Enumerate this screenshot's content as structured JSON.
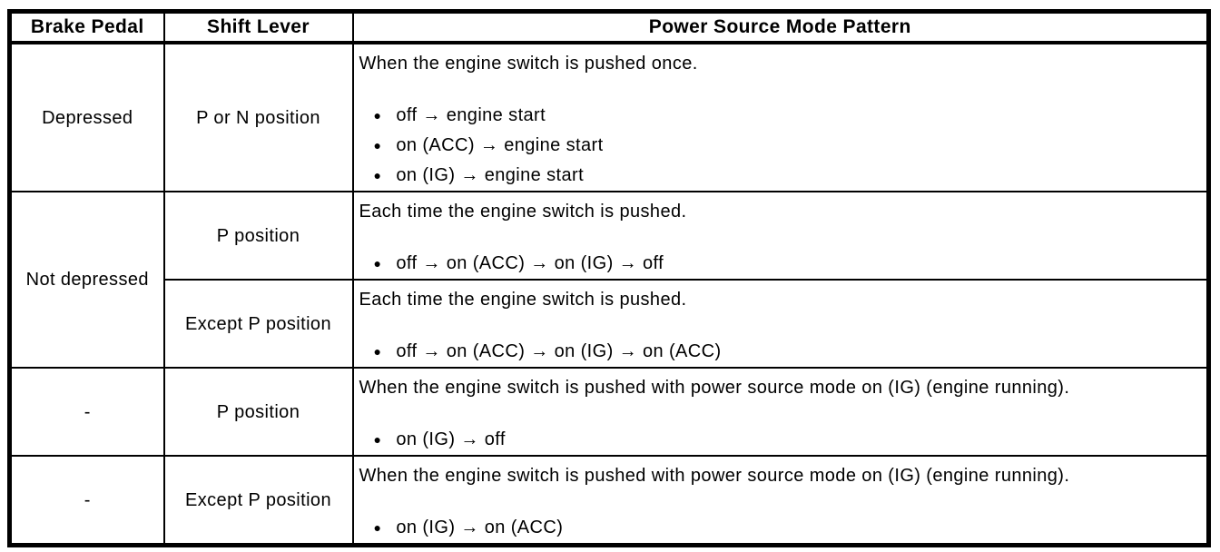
{
  "colors": {
    "background": "#ffffff",
    "border": "#000000",
    "text": "#000000"
  },
  "table": {
    "bullet_icon": "●",
    "headers": [
      "Brake Pedal",
      "Shift Lever",
      "Power Source Mode Pattern"
    ],
    "rows": [
      {
        "brake_pedal": "Depressed",
        "shift_lever": "P or N position",
        "pattern_intro": "When the engine switch is pushed once.",
        "pattern_steps": [
          "off → engine start",
          "on (ACC) → engine start",
          "on (IG) → engine start"
        ]
      },
      {
        "brake_pedal": "Not depressed",
        "shift_lever": "P position",
        "pattern_intro": "Each time the engine switch is pushed.",
        "pattern_steps": [
          "off → on (ACC) → on (IG) → off"
        ]
      },
      {
        "shift_lever": "Except P position",
        "pattern_intro": "Each time the engine switch is pushed.",
        "pattern_steps": [
          "off → on (ACC) → on (IG) → on (ACC)"
        ]
      },
      {
        "brake_pedal": "-",
        "shift_lever": "P position",
        "pattern_intro": "When the engine switch is pushed with power source mode on (IG) (engine running).",
        "pattern_steps": [
          "on (IG) → off"
        ]
      },
      {
        "brake_pedal": "-",
        "shift_lever": "Except P position",
        "pattern_intro": "When the engine switch is pushed with power source mode on (IG) (engine running).",
        "pattern_steps": [
          "on (IG) → on (ACC)"
        ]
      }
    ]
  }
}
